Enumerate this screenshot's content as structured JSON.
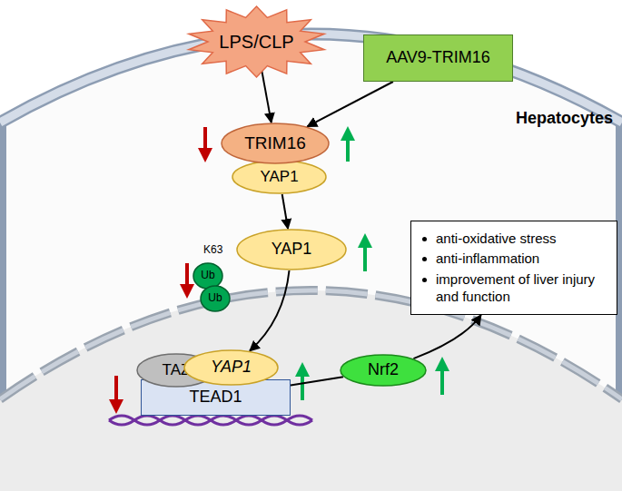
{
  "diagram": {
    "nodes": [
      {
        "text": [
          "LPS/CLP"
        ]
      },
      {
        "text": [
          "AAV9-TRIM16"
        ]
      },
      {
        "text": [
          "TRIM16"
        ]
      },
      {
        "text": [
          "YAP1"
        ]
      },
      {
        "text": [
          "YAP1"
        ]
      },
      {
        "text": [
          "Ub"
        ]
      },
      {
        "text": [
          "Ub"
        ]
      },
      {
        "text": [
          "TAZ"
        ]
      },
      {
        "text": [
          "YAP1"
        ]
      },
      {
        "text": [
          "TEAD1"
        ]
      },
      {
        "text": [
          "Nrf2"
        ]
      },
      {
        "text": [
          "anti-oxidative stress",
          "anti-inflammation",
          "improvement of liver injury and function"
        ]
      }
    ],
    "edges": [
      {
        "from": 0,
        "to": 2,
        "arrow": "to"
      },
      {
        "from": 1,
        "to": 2,
        "arrow": "to"
      },
      {
        "from": 3,
        "to": 4,
        "arrow": "to"
      },
      {
        "from": 4,
        "to": 8,
        "arrow": "to"
      },
      {
        "from": 9,
        "to": 10,
        "arrow": "none"
      },
      {
        "from": 10,
        "to": 11,
        "arrow": "to"
      }
    ],
    "labels": [
      "Hepatocytes",
      "K63"
    ]
  }
}
